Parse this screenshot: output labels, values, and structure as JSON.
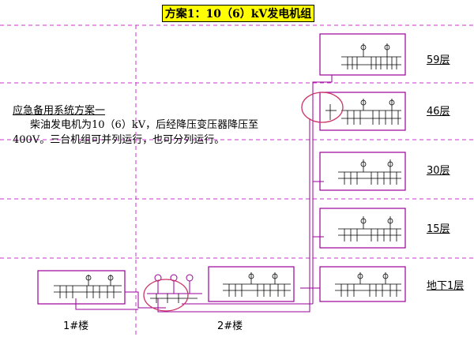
{
  "title": "方案1：10（6）kV发电机组",
  "floors": [
    "59层",
    "46层",
    "30层",
    "15层",
    "地下1层"
  ],
  "scheme": {
    "heading": "应急备用系统方案一",
    "description": "柴油发电机为10（6）kV，后经降压变压器降压至400V。三台机组可并列运行，也可分列运行。"
  },
  "buildings": [
    "1#楼",
    "2#楼"
  ],
  "colors": {
    "title_bg": "#ffff00",
    "frame": "#990099",
    "dashed_line": "#cc33cc",
    "highlight": "#cc3366",
    "circuit": "#000000"
  }
}
